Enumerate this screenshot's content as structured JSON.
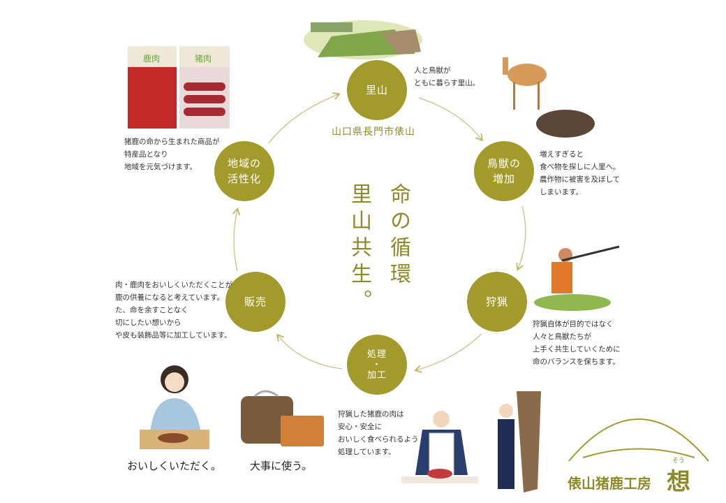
{
  "center": {
    "title_line1": "命の循環",
    "title_line2": "里山共生。",
    "location": "山口県長門市俵山"
  },
  "nodes": [
    {
      "label": "里山",
      "desc": "人と鳥獣が\nともに暮らす里山。"
    },
    {
      "label": "鳥獣の\n増加",
      "desc": "増えすぎると\n食べ物を探しに人里へ。\n農作物に被害を及ぼして\nしまいます。"
    },
    {
      "label": "狩猟",
      "desc": "狩猟自体が目的ではなく\n人々と鳥獣たちが\n上手く共生していくために\n命のバランスを保ちます。"
    },
    {
      "label": "処理\n・\n加工",
      "desc": "狩猟した猪鹿の肉は\n安心・安全に\nおいしく食べられるよう\n処理しています。"
    },
    {
      "label": "販売",
      "desc": "肉・鹿肉をおいしくいただくことが\n鹿の供養になると考えています。\nた、命を余すことなく\n切にしたい想いから\nや皮も装飾品等に加工しています。"
    },
    {
      "label": "地域の\n活性化",
      "desc": "猪鹿の命から生まれた商品が\n特産品となり\n地域を元気づけます。"
    }
  ],
  "captions": {
    "eat": "おいしくいただく。",
    "use": "大事に使う。"
  },
  "products": {
    "deer": "鹿肉",
    "boar": "猪肉"
  },
  "logo": {
    "name": "俵山猪鹿工房",
    "mark": "想",
    "reading": "そう"
  },
  "colors": {
    "accent": "#a39a2c"
  }
}
